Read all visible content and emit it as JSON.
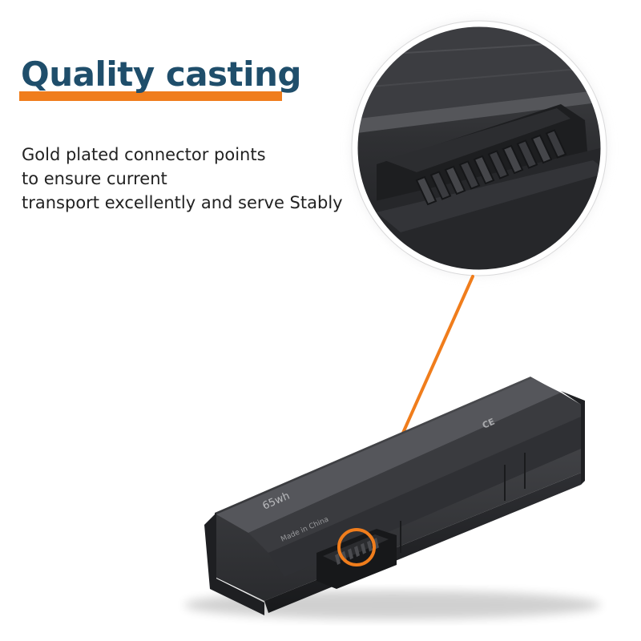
{
  "headline": "Quality casting",
  "description": {
    "lines": [
      "Gold plated connector points",
      "to ensure current",
      "transport excellently and serve Stably"
    ]
  },
  "battery_label": {
    "capacity": "65wh",
    "origin": "Made in China",
    "marks": "CE"
  },
  "colors": {
    "accent": "#f07d1c",
    "headline": "#1f4e6b",
    "battery": "#2b2c2f"
  }
}
